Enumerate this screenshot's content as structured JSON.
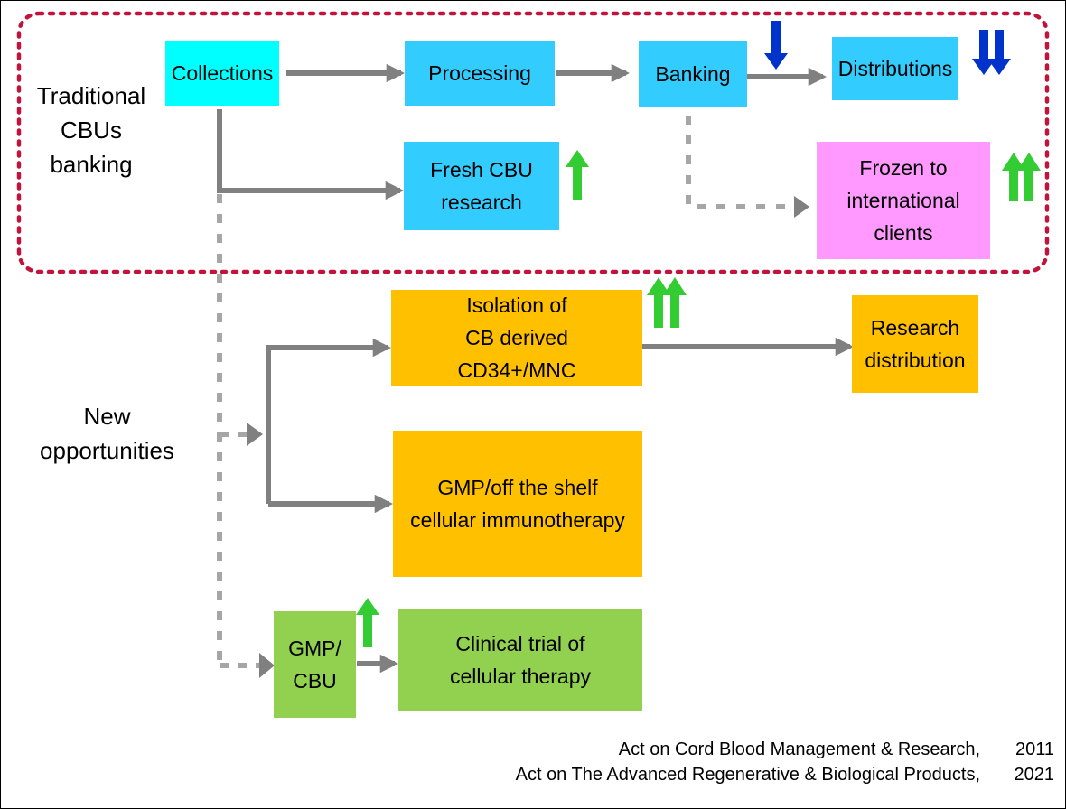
{
  "section_labels": {
    "traditional": "Traditional\nCBUs\nbanking",
    "new": "New\nopportunities"
  },
  "nodes": {
    "collections": "Collections",
    "processing": "Processing",
    "banking": "Banking",
    "distributions": "Distributions",
    "fresh_cbu": "Fresh  CBU\nresearch",
    "frozen": "Frozen  to\ninternational\nclients",
    "isolation": "Isolation  of\nCB  derived\nCD34+/MNC",
    "research_distribution": "Research\ndistribution",
    "gmp_immunotherapy": "GMP/off  the  shelf\ncellular  immunotherapy",
    "gmp_cbu": "GMP/\nCBU",
    "clinical_trial": "Clinical  trial  of\ncellular  therapy"
  },
  "footnotes": [
    {
      "act": "Act  on  Cord  Blood  Management  &  Research,",
      "year": "2011"
    },
    {
      "act": "Act  on  The  Advanced  Regenerative  &  Biological  Products,",
      "year": "2021"
    }
  ],
  "colors": {
    "frame": "#c0143c",
    "connector": "#808080",
    "trend_up": "#33cc33",
    "trend_down": "#0033cc",
    "collections": "#00ffff",
    "traditional_box": "#33ccff",
    "frozen_box": "#ff99ff",
    "new_box": "#ffc000",
    "gmp_box": "#92d050"
  },
  "trend_icons": {
    "banking": "single-down-arrow",
    "distributions": "double-down-arrow",
    "fresh_cbu": "single-up-arrow",
    "frozen": "double-up-arrow",
    "isolation": "double-up-arrow",
    "gmp_cbu": "single-up-arrow"
  }
}
